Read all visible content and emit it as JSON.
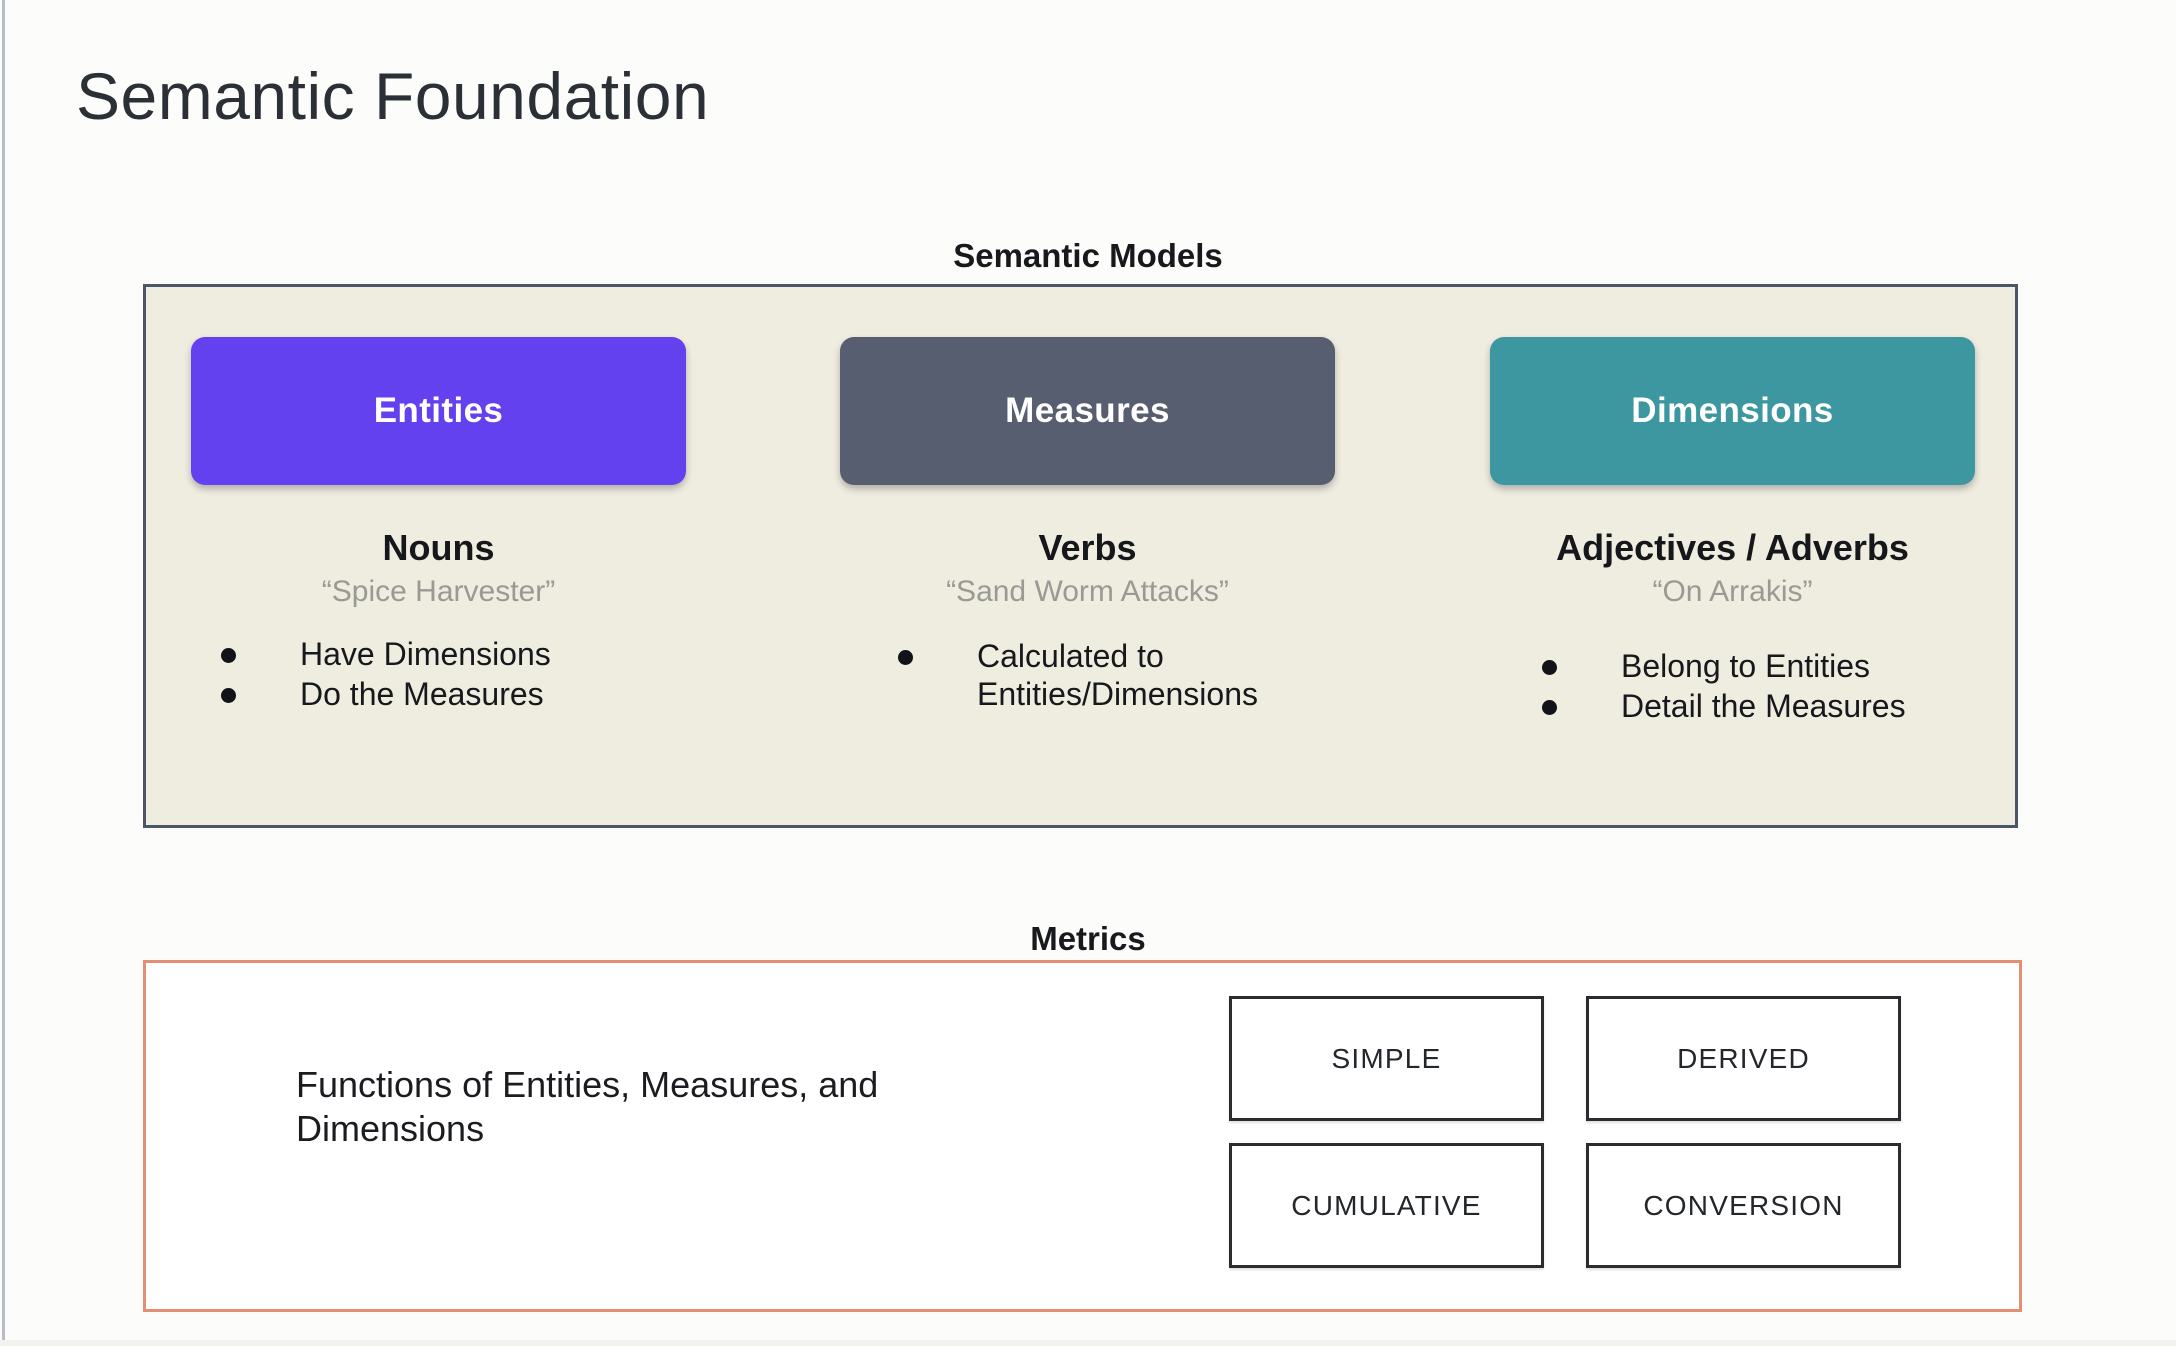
{
  "page": {
    "title": "Semantic Foundation",
    "background_color": "#fcfcfa"
  },
  "semantic_models": {
    "caption": "Semantic Models",
    "panel_background": "#efece0",
    "panel_border_color": "#4c5668",
    "columns": [
      {
        "chip_label": "Entities",
        "chip_color": "#6441ef",
        "part_of_speech": "Nouns",
        "example": "“Spice Harvester”",
        "bullets": [
          "Have Dimensions",
          "Do the Measures"
        ]
      },
      {
        "chip_label": "Measures",
        "chip_color": "#565e70",
        "part_of_speech": "Verbs",
        "example": "“Sand Worm Attacks”",
        "bullets": [
          "Calculated to Entities/Dimensions"
        ]
      },
      {
        "chip_label": "Dimensions",
        "chip_color": "#3c97a1",
        "part_of_speech": "Adjectives / Adverbs",
        "example": "“On Arrakis”",
        "bullets": [
          "Belong to Entities",
          "Detail the Measures"
        ]
      }
    ]
  },
  "metrics": {
    "caption": "Metrics",
    "panel_border_color": "#e28f74",
    "description": "Functions of Entities, Measures, and Dimensions",
    "types": [
      "SIMPLE",
      "DERIVED",
      "CUMULATIVE",
      "CONVERSION"
    ]
  }
}
